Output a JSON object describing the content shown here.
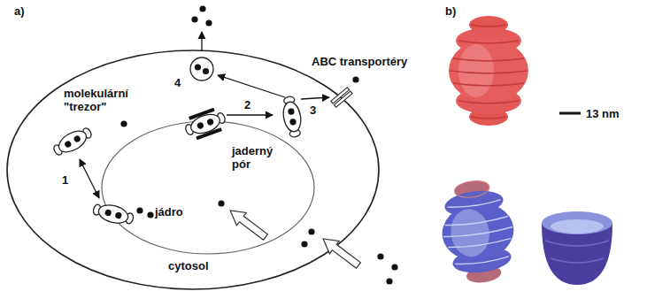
{
  "diagram": {
    "nodes": [
      {
        "text": [
          "cytosol"
        ]
      },
      {
        "text": [
          "jádro"
        ],
        "in": 0
      }
    ],
    "labels": [
      "a)",
      "b)",
      "ABC transportéry",
      "molekulární \"trezor\"",
      "jaderný pór",
      "1",
      "2",
      "3",
      "4",
      "13 nm"
    ]
  }
}
